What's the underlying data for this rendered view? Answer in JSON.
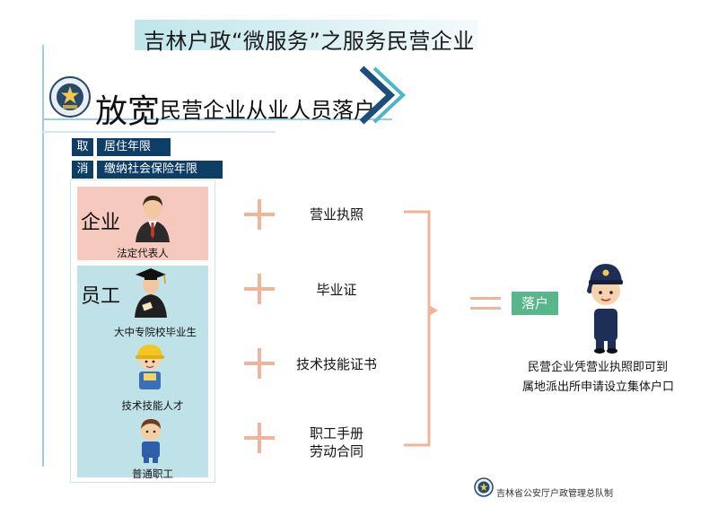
{
  "header": {
    "title": "吉林户政“微服务”之服务民营企业"
  },
  "policy": {
    "headline_big": "放宽",
    "headline_rest": "民营企业从业人员落户"
  },
  "cancelled": {
    "marks": [
      "取",
      "消"
    ],
    "items": [
      "居住年限",
      "缴纳社会保险年限"
    ]
  },
  "categories": {
    "corp": {
      "label": "企业",
      "people": [
        {
          "caption": "法定代表人",
          "document": "营业执照"
        }
      ]
    },
    "emp": {
      "label": "员工",
      "people": [
        {
          "caption": "大中专院校毕业生",
          "document": "毕业证"
        },
        {
          "caption": "技术技能人才",
          "document": "技术技能证书"
        },
        {
          "caption": "普通职工",
          "document_line1": "职工手册",
          "document_line2": "劳动合同"
        }
      ]
    }
  },
  "result": {
    "label": "落户",
    "note_line1": "民营企业凭营业执照即可到",
    "note_line2": "属地派出所申请设立集体户口"
  },
  "footer": {
    "org": "吉林省公安厅户政管理总队制"
  },
  "colors": {
    "navy": "#0e3e66",
    "accent_orange": "#f0b49a",
    "corp_fill": "#f5c9be",
    "emp_fill": "#bfe1e8",
    "result_green": "#58b78a",
    "banner_teal": "#bfe6ea"
  },
  "icons": [
    "police-emblem-icon",
    "police-officer-figure",
    "businessman-figure",
    "graduate-figure",
    "hardhat-worker-figure",
    "ordinary-worker-figure"
  ]
}
